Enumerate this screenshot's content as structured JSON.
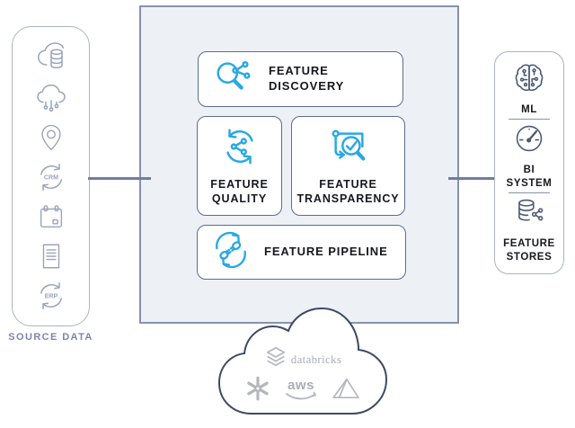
{
  "colors": {
    "accent_blue": "#29a9e2",
    "panel_border": "#aab3c6",
    "square_bg": "#edf1f6",
    "square_border": "#8793ab",
    "box_border": "#5d6d8f",
    "text_dark": "#16181d",
    "source_label_purple": "#7e82b0",
    "left_icon_gray": "#9aa5bc",
    "right_icon_navy": "#4c5a75",
    "connector": "#707e9c",
    "cloud_outline": "#3e4a66",
    "logo_gray": "#b3b6bc"
  },
  "source_panel": {
    "label": "SOURCE DATA",
    "icons": [
      "cloud-database",
      "cloud-circuit",
      "location-pin",
      "crm-sync",
      "calendar",
      "document",
      "erp-sync"
    ],
    "crm_text": "CRM",
    "erp_text": "ERP"
  },
  "platform": {
    "boxes": {
      "discovery": "FEATURE DISCOVERY",
      "quality": "FEATURE QUALITY",
      "transparency": "FEATURE TRANSPARENCY",
      "pipeline": "FEATURE PIPELINE"
    },
    "icons": [
      "search-network",
      "sync-share",
      "audit-check",
      "pipeline-plug"
    ]
  },
  "consumers": {
    "items": [
      {
        "label": "ML",
        "icon": "brain-circuit"
      },
      {
        "label": "BI SYSTEM",
        "icon": "gauge"
      },
      {
        "label": "FEATURE STORES",
        "icon": "database-share"
      }
    ]
  },
  "cloud_providers": {
    "databricks_label": "databricks",
    "aws_label": "aws",
    "logos": [
      "databricks",
      "snowflake",
      "aws",
      "azure"
    ]
  }
}
